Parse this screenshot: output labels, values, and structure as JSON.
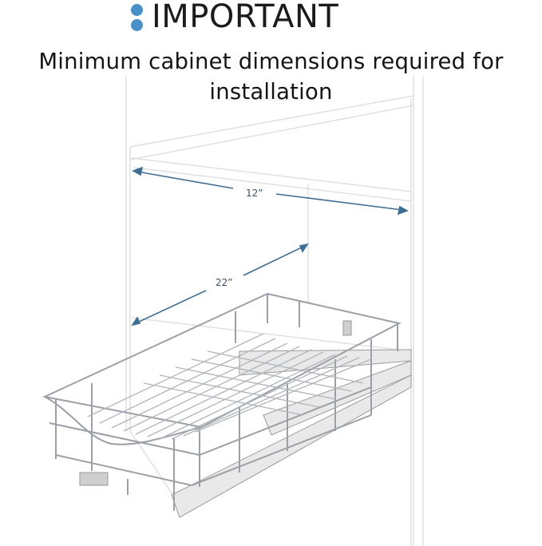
{
  "header": {
    "title": "IMPORTANT",
    "subtitle_line1": "Minimum cabinet dimensions required for",
    "subtitle_line2": "installation"
  },
  "dimensions": {
    "width_label": "12”",
    "depth_label": "22”"
  },
  "colors": {
    "accent": "#4a90c8",
    "arrow": "#3f6e93",
    "cabinet_line": "#dddddd"
  },
  "icons": [
    "info-dots-icon"
  ]
}
